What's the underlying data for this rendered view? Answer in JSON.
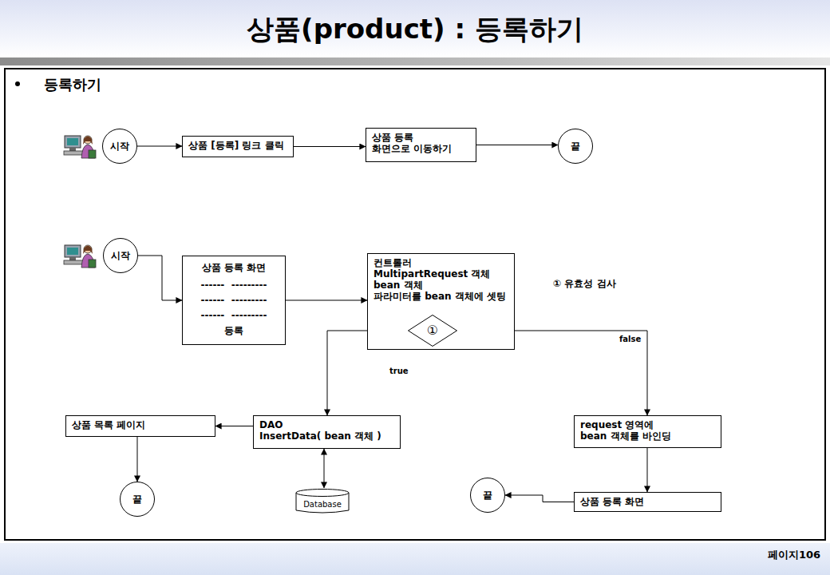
{
  "diagram": {
    "title": "상품(product) : 등록하기",
    "nodes": [
      {
        "text": [
          "시작"
        ]
      },
      {
        "text": [
          "상품 [등록] 링크 클릭"
        ]
      },
      {
        "text": [
          "상품 등록",
          "화면으로 이동하기"
        ]
      },
      {
        "text": [
          "끝"
        ]
      },
      {
        "text": [
          "시작"
        ]
      },
      {
        "text": [
          "상품 등록 화면",
          "------  ---------",
          "------  ---------",
          "------  ---------",
          "등록"
        ]
      },
      {
        "text": [
          "컨트롤러",
          "MultipartRequest 객체",
          "bean 객체",
          "파라미터를 bean 객체에 셋팅"
        ]
      },
      {
        "text": [
          "①"
        ],
        "in": 6
      },
      {
        "text": [
          "DAO",
          "InsertData( bean 객체 )"
        ]
      },
      {
        "text": [
          "상품 목록 페이지"
        ]
      },
      {
        "text": [
          "끝"
        ]
      },
      {
        "text": [
          "Database"
        ]
      },
      {
        "text": [
          "request 영역에",
          "bean 객체를 바인딩"
        ]
      },
      {
        "text": [
          "끝"
        ]
      },
      {
        "text": [
          "상품 등록 화면"
        ]
      }
    ],
    "edges": [
      {
        "from": 0,
        "to": 1,
        "arrow": "to"
      },
      {
        "from": 1,
        "to": 2,
        "arrow": "to"
      },
      {
        "from": 2,
        "to": 3,
        "arrow": "to"
      },
      {
        "from": 4,
        "to": 5,
        "arrow": "to"
      },
      {
        "from": 5,
        "to": 6,
        "arrow": "to"
      },
      {
        "from": 7,
        "to": 8,
        "label": "true",
        "arrow": "to"
      },
      {
        "from": 7,
        "to": 12,
        "label": "false",
        "arrow": "to"
      },
      {
        "from": 8,
        "to": 9,
        "arrow": "to"
      },
      {
        "from": 8,
        "to": 11,
        "arrow": "both"
      },
      {
        "from": 9,
        "to": 10,
        "arrow": "to"
      },
      {
        "from": 12,
        "to": 14,
        "arrow": "to"
      },
      {
        "from": 14,
        "to": 13,
        "arrow": "to"
      }
    ],
    "labels": [
      "등록하기",
      "① 유효성 검사",
      "페이지106"
    ]
  }
}
